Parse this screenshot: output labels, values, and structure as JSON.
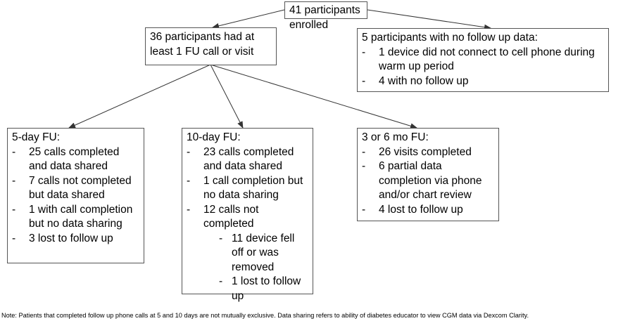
{
  "enrolled": {
    "title": "41 participants enrolled"
  },
  "followed": {
    "title": "36 participants had at\nleast 1 FU call or visit"
  },
  "no_followup": {
    "title": "5 participants with no follow up data:",
    "items": [
      "1 device did not connect to cell phone during warm up period",
      "4 with no follow up"
    ]
  },
  "fu5": {
    "title": "5-day FU:",
    "items": [
      "25 calls completed and data shared",
      "7 calls not completed but data shared",
      "1 with call completion but no data sharing",
      "3 lost to follow up"
    ]
  },
  "fu10": {
    "title": "10-day FU:",
    "items": [
      "23 calls completed and data shared",
      "1 call completion but no data sharing",
      "12 calls not completed"
    ],
    "sub_items": [
      "11 device fell off or was removed",
      "1 lost to follow up"
    ]
  },
  "fu36": {
    "title": "3 or 6 mo FU:",
    "items": [
      "26 visits completed",
      "6 partial data completion via phone and/or chart review",
      "4 lost to follow up"
    ]
  },
  "bullet_marker": "-",
  "note": "Note: Patients that completed follow up phone calls at 5 and 10 days are not mutually exclusive. Data sharing refers to ability of diabetes educator to view CGM data via Dexcom Clarity.",
  "colors": {
    "border": "#555555",
    "line": "#333333",
    "text": "#000000"
  }
}
